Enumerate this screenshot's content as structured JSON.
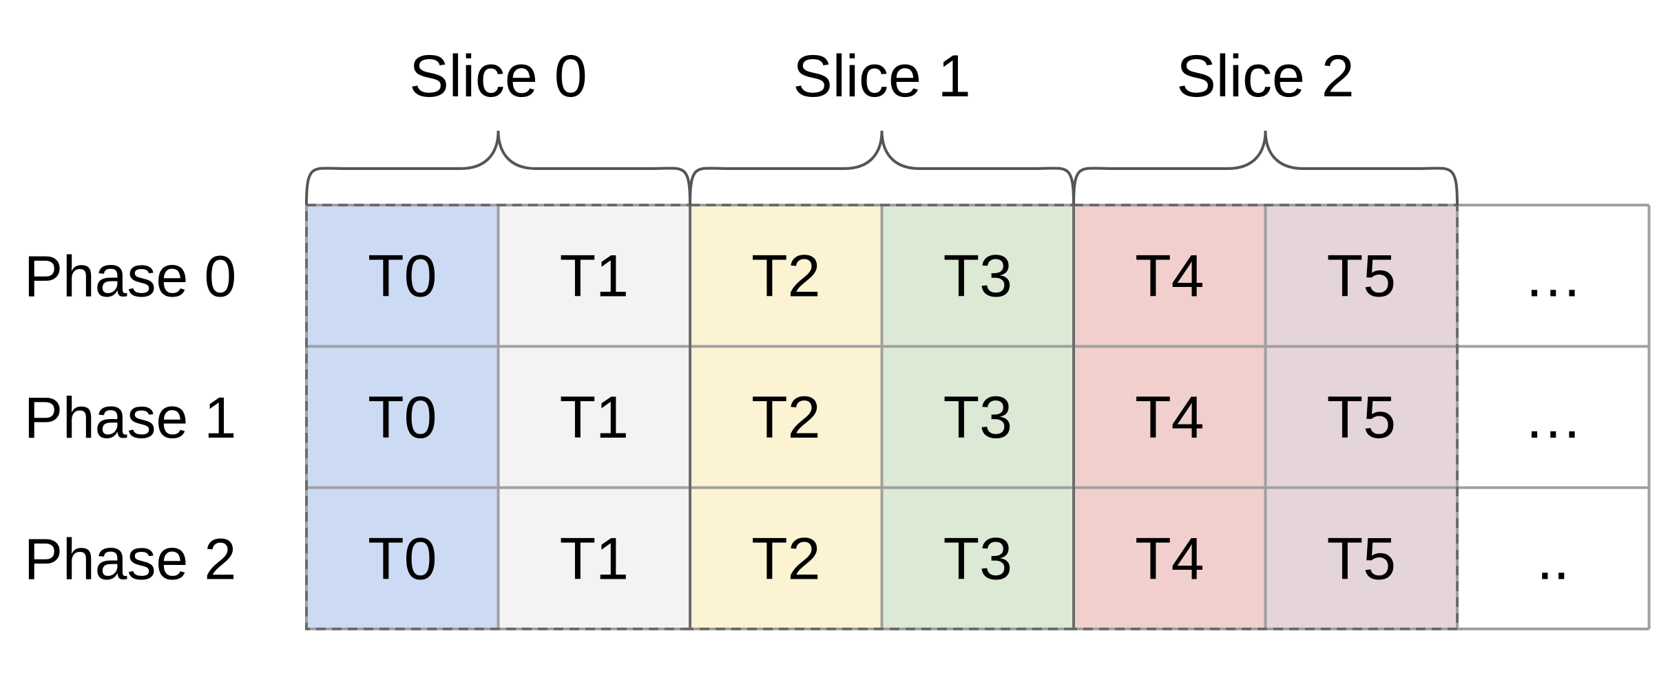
{
  "slices": [
    {
      "label": "Slice 0"
    },
    {
      "label": "Slice 1"
    },
    {
      "label": "Slice 2"
    }
  ],
  "phases": [
    {
      "label": "Phase 0",
      "cells": [
        "T0",
        "T1",
        "T2",
        "T3",
        "T4",
        "T5",
        "…"
      ]
    },
    {
      "label": "Phase 1",
      "cells": [
        "T0",
        "T1",
        "T2",
        "T3",
        "T4",
        "T5",
        "…"
      ]
    },
    {
      "label": "Phase 2",
      "cells": [
        "T0",
        "T1",
        "T2",
        "T3",
        "T4",
        "T5",
        ".."
      ]
    }
  ],
  "column_colors": [
    "#ccdaf4",
    "#f3f3f3",
    "#fcf3d2",
    "#dce9d5",
    "#f0cfcd",
    "#e6d4dc",
    "#ffffff"
  ],
  "colors": {
    "grid_line": "#a0a0a0",
    "dashed_border": "#6b6b6b",
    "brace": "#555555"
  }
}
